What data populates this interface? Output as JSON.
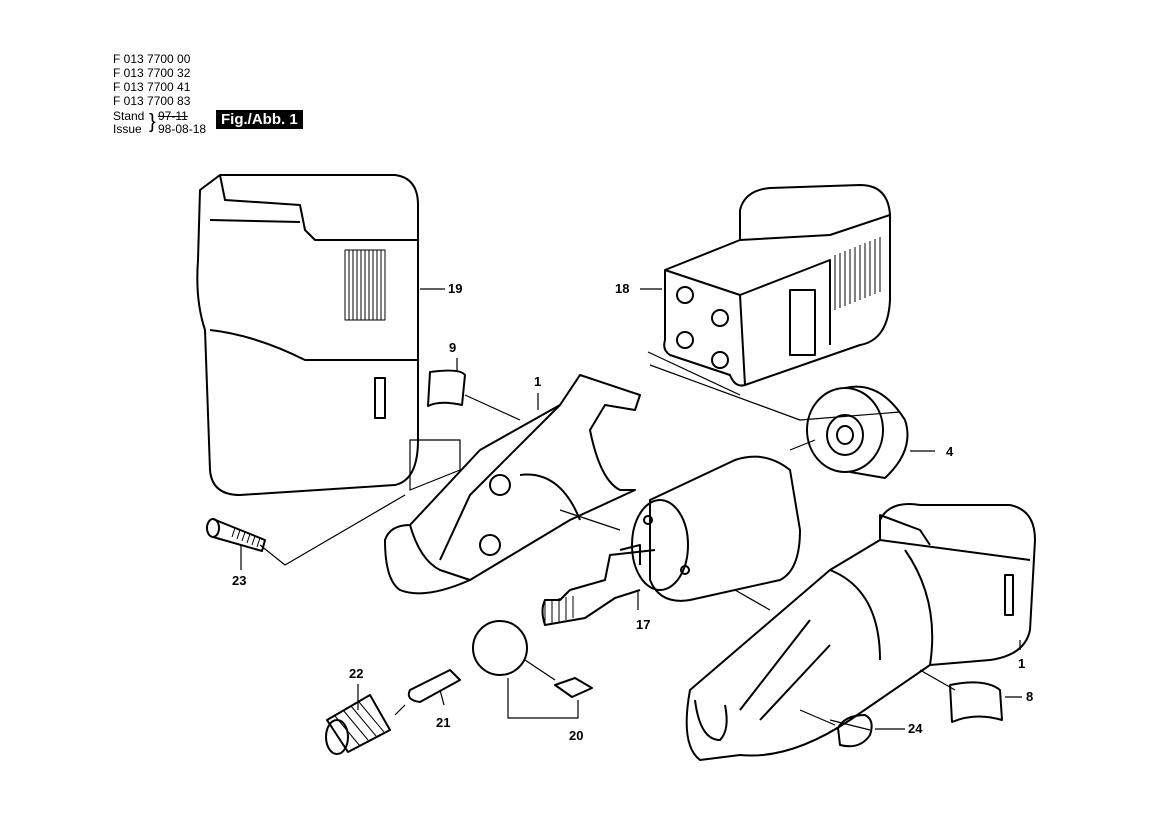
{
  "header": {
    "part_numbers": [
      "F 013 7700 00",
      "F 013 7700 32",
      "F 013 7700 41",
      "F 013 7700 83"
    ],
    "stand_label": "Stand",
    "issue_label": "Issue",
    "stand_value_struck": "97-11",
    "issue_value": "98-08-18",
    "figure_label": "Fig./Abb. 1"
  },
  "callouts": {
    "c19": "19",
    "c18": "18",
    "c9": "9",
    "c1a": "1",
    "c4": "4",
    "c23": "23",
    "c17": "17",
    "c22": "22",
    "c21": "21",
    "c20": "20",
    "c8": "8",
    "c1b": "1",
    "c24": "24"
  }
}
